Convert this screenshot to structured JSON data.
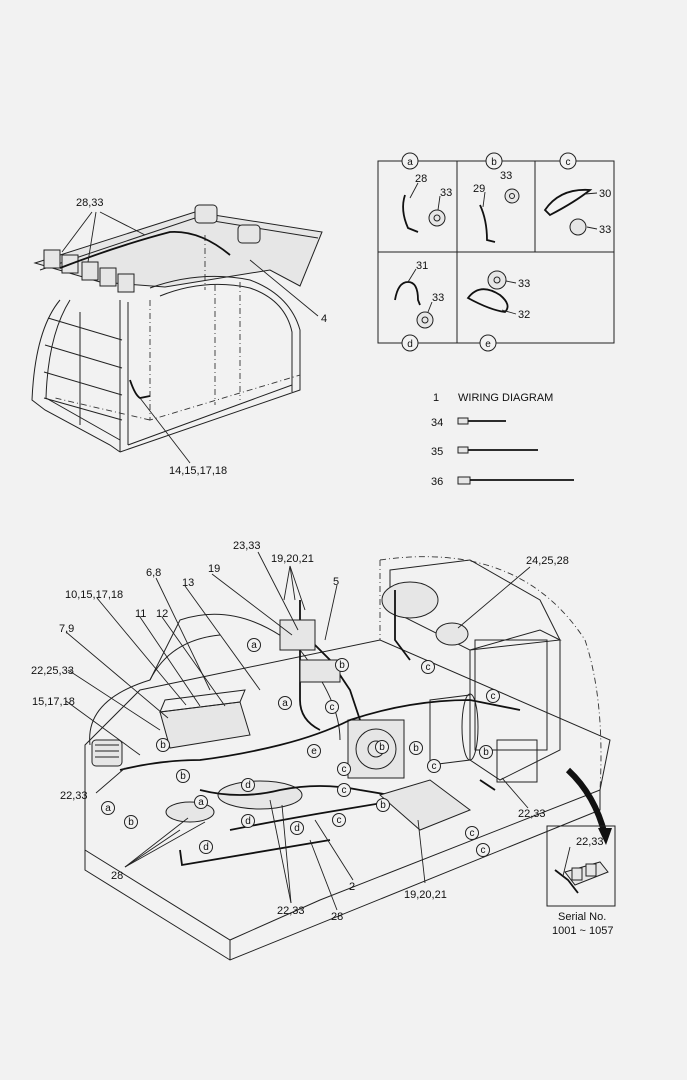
{
  "cab_labels": {
    "top_callout": "28,33",
    "right_callout": "4",
    "bottom_callout": "14,15,17,18"
  },
  "clamp_table": {
    "cells": [
      {
        "letter": "a",
        "parts": [
          "28",
          "33"
        ]
      },
      {
        "letter": "b",
        "parts": [
          "29",
          "33"
        ]
      },
      {
        "letter": "c",
        "parts": [
          "30",
          "33"
        ]
      },
      {
        "letter": "d",
        "parts": [
          "31",
          "33"
        ]
      },
      {
        "letter": "e",
        "parts": [
          "33",
          "32"
        ]
      }
    ]
  },
  "parts_list": {
    "wiring_diagram_no": "1",
    "wiring_diagram_label": "WIRING DIAGRAM",
    "ties": [
      "34",
      "35",
      "36"
    ]
  },
  "chassis_labels": {
    "l_23_33": "23,33",
    "l_19_20_21_top": "19,20,21",
    "l_24_25_28": "24,25,28",
    "l_6_8": "6,8",
    "l_19": "19",
    "l_5": "5",
    "l_10_15_17_18": "10,15,17,18",
    "l_13": "13",
    "l_11": "11",
    "l_12": "12",
    "l_7_9": "7,9",
    "l_22_25_33": "22,25,33",
    "l_15_17_18": "15,17,18",
    "l_22_33_left": "22,33",
    "l_28_left": "28",
    "l_22_33_right": "22,33",
    "l_22_33_bottom": "22,33",
    "l_28_bottom": "28",
    "l_2": "2",
    "l_19_20_21_bottom": "19,20,21"
  },
  "detail_inset": {
    "callout": "22,33",
    "serial_label": "Serial No.",
    "serial_range": "1001 ~ 1057"
  },
  "circle_letters": {
    "a": "a",
    "b": "b",
    "c": "c",
    "d": "d",
    "e": "e"
  }
}
